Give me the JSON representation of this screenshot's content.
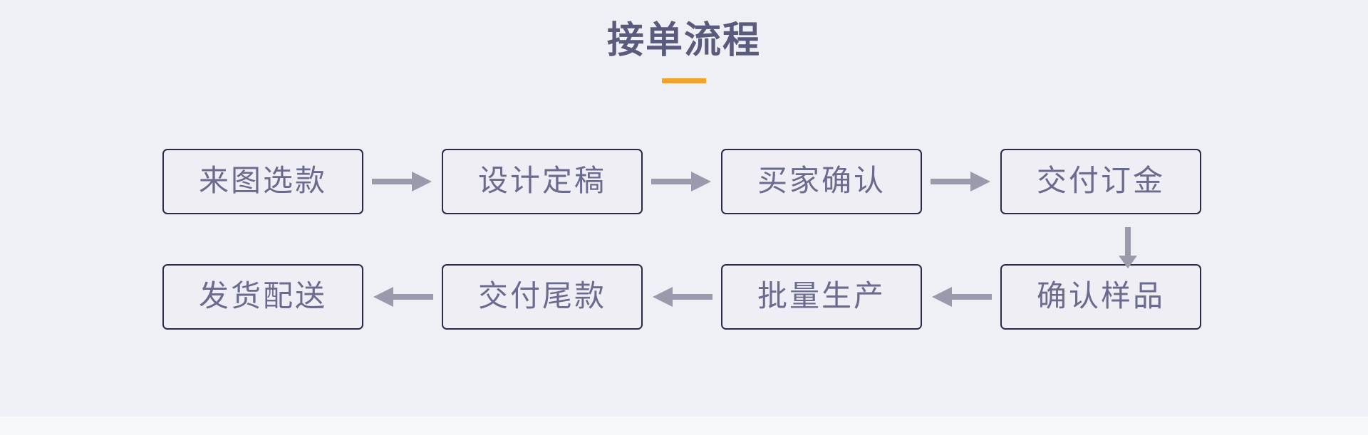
{
  "page": {
    "title": "接单流程",
    "background_color": "#eef0f5",
    "accent_color": "#f0a229",
    "title_color": "#5a5a7d",
    "node_border_color": "#2a2a4a",
    "node_text_color": "#6b6b8f",
    "arrow_color": "#9a9aad"
  },
  "flow": {
    "row1": {
      "direction": "right",
      "nodes": [
        {
          "label": "来图选款"
        },
        {
          "label": "设计定稿"
        },
        {
          "label": "买家确认"
        },
        {
          "label": "交付订金"
        }
      ]
    },
    "row2": {
      "direction": "left",
      "nodes": [
        {
          "label": "发货配送"
        },
        {
          "label": "交付尾款"
        },
        {
          "label": "批量生产"
        },
        {
          "label": "确认样品"
        }
      ]
    },
    "connector": {
      "from": "交付订金",
      "to": "确认样品",
      "direction": "down"
    }
  }
}
